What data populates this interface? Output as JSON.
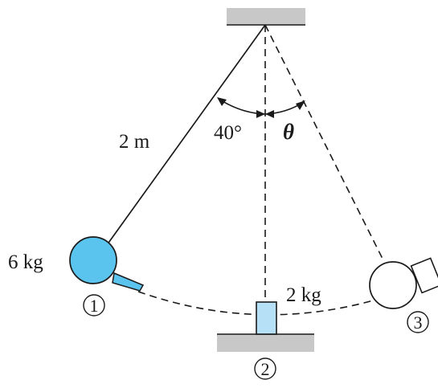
{
  "labels": {
    "length": "2 m",
    "angle": "40°",
    "theta": "θ",
    "mass_ball": "6 kg",
    "mass_block": "2 kg",
    "pos1": "1",
    "pos2": "2",
    "pos3": "3"
  },
  "colors": {
    "ball_fill": "#5bc4ee",
    "block_fill": "#b5e0f5",
    "support_fill": "#c8c8c8",
    "line": "#1a1a1a"
  }
}
